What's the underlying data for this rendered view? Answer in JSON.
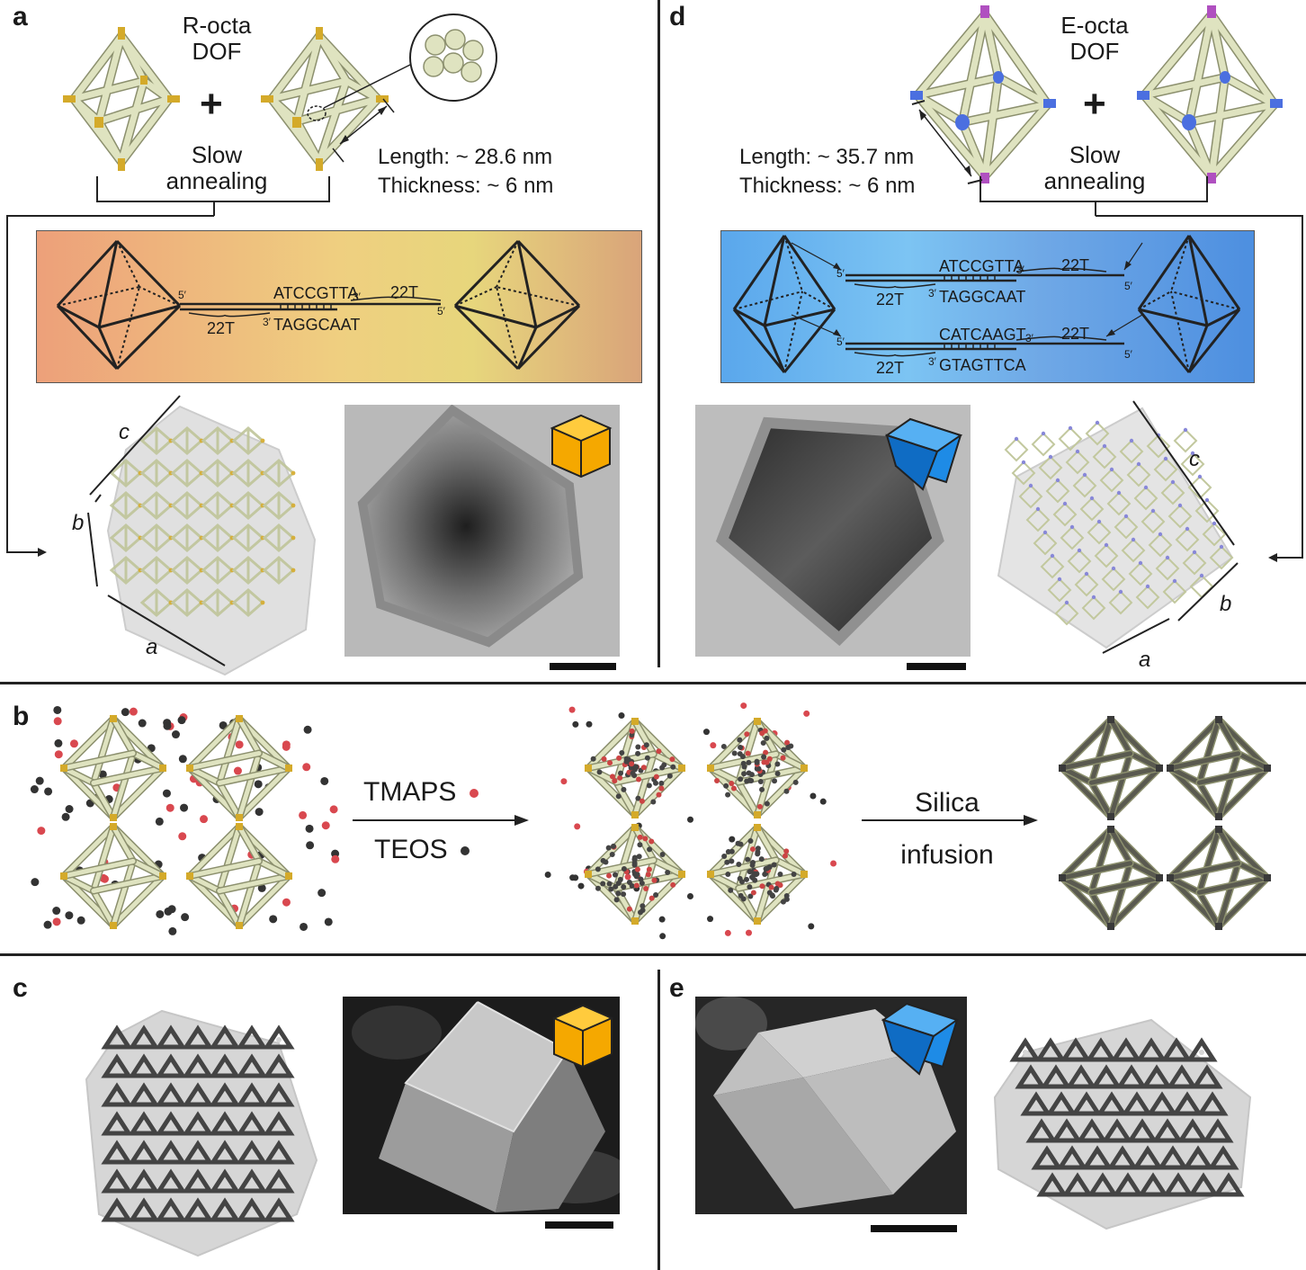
{
  "panels": {
    "a": "a",
    "b": "b",
    "c": "c",
    "d": "d",
    "e": "e"
  },
  "panel_a": {
    "title_line1": "R-octa",
    "title_line2": "DOF",
    "plus": "+",
    "process_line1": "Slow",
    "process_line2": "annealing",
    "length": "Length: ~ 28.6 nm",
    "thickness": "Thickness: ~ 6 nm",
    "seq_top": "ATCCGTTA",
    "seq_bottom": "TAGGCAAT",
    "spacer_left": "22T",
    "spacer_right": "22T",
    "prime5": "5′",
    "prime3": "3′",
    "axes": {
      "a": "a",
      "b": "b",
      "c": "c"
    },
    "cube_color": "#f5a800"
  },
  "panel_d": {
    "title_line1": "E-octa",
    "title_line2": "DOF",
    "plus": "+",
    "process_line1": "Slow",
    "process_line2": "annealing",
    "length": "Length: ~ 35.7 nm",
    "thickness": "Thickness: ~ 6 nm",
    "seq1_top": "ATCCGTTA",
    "seq1_bottom": "TAGGCAAT",
    "seq2_top": "CATCAAGT",
    "seq2_bottom": "GTAGTTCA",
    "spacer": "22T",
    "prime5": "5′",
    "prime3": "3′",
    "axes": {
      "a": "a",
      "b": "b",
      "c": "c"
    },
    "cube_color": "#1e8be6"
  },
  "panel_b": {
    "reagent1": "TMAPS",
    "reagent2": "TEOS",
    "step2_line1": "Silica",
    "step2_line2": "infusion",
    "tmaps_color": "#d9484f",
    "teos_color": "#333333"
  },
  "colors": {
    "strut": "#dfe3c0",
    "joint_gold": "#d4aa2a",
    "joint_blue": "#4b6fe0",
    "joint_purple": "#b050c0",
    "silica": "#4a4a4a"
  }
}
